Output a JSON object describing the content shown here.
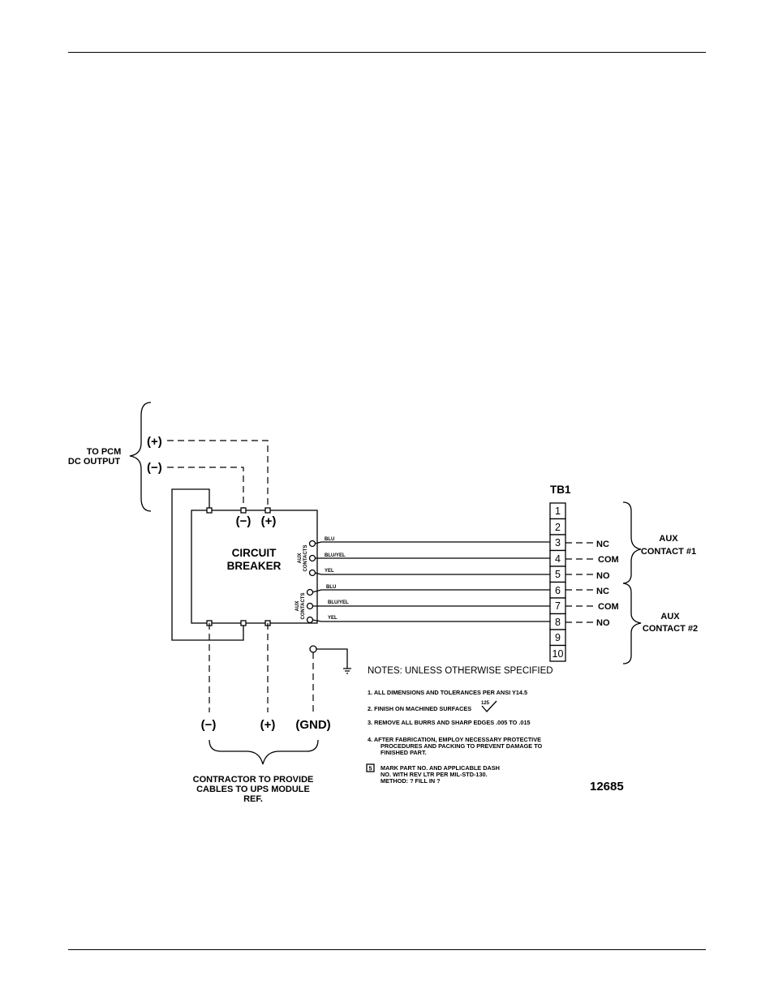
{
  "left_inputs": {
    "title_line1": "TO PCM",
    "title_line2": "DC OUTPUT",
    "plus": "(+)",
    "minus": "(−)"
  },
  "breaker": {
    "label_line1": "CIRCUIT",
    "label_line2": "BREAKER",
    "minus": "(−)",
    "plus": "(+)",
    "aux_label_1a": "AUX",
    "aux_label_1b": "CONTACTS",
    "aux_label_2a": "AUX",
    "aux_label_2b": "CONTACTS"
  },
  "wires": {
    "group1": [
      "BLU",
      "BLU/YEL",
      "YEL"
    ],
    "group2": [
      "BLU",
      "BLU/YEL",
      "YEL"
    ]
  },
  "terminal_block": {
    "label": "TB1",
    "terminals": [
      "1",
      "2",
      "3",
      "4",
      "5",
      "6",
      "7",
      "8",
      "9",
      "10"
    ]
  },
  "contacts": {
    "c1": [
      "NC",
      "COM",
      "NO"
    ],
    "c2": [
      "NC",
      "COM",
      "NO"
    ]
  },
  "aux_contact_1": {
    "line1": "AUX",
    "line2": "CONTACT #1"
  },
  "aux_contact_2": {
    "line1": "AUX",
    "line2": "CONTACT #2"
  },
  "bottom": {
    "minus": "(−)",
    "plus": "(+)",
    "gnd": "(GND)",
    "contractor_line1": "CONTRACTOR TO PROVIDE",
    "contractor_line2": "CABLES TO UPS MODULE",
    "contractor_line3": "REF."
  },
  "notes": {
    "header": "NOTES: UNLESS OTHERWISE SPECIFIED",
    "n1": "1.   ALL DIMENSIONS AND TOLERANCES PER ANSI Y14.5",
    "n2": "2.   FINISH ON MACHINED SURFACES",
    "n2_value": "125",
    "n3": "3.   REMOVE ALL BURRS AND SHARP EDGES .005 TO .015",
    "n4_l1": "4.   AFTER FABRICATION, EMPLOY NECESSARY PROTECTIVE",
    "n4_l2": "PROCEDURES AND PACKING TO PREVENT DAMAGE TO",
    "n4_l3": "FINISHED PART.",
    "n5_num": "5",
    "n5_l1": "MARK PART NO. AND APPLICABLE DASH",
    "n5_l2": "NO. WITH REV LTR PER MIL-STD-130.",
    "n5_l3": "METHOD: ? FILL IN ?"
  },
  "figure_number": "12685"
}
